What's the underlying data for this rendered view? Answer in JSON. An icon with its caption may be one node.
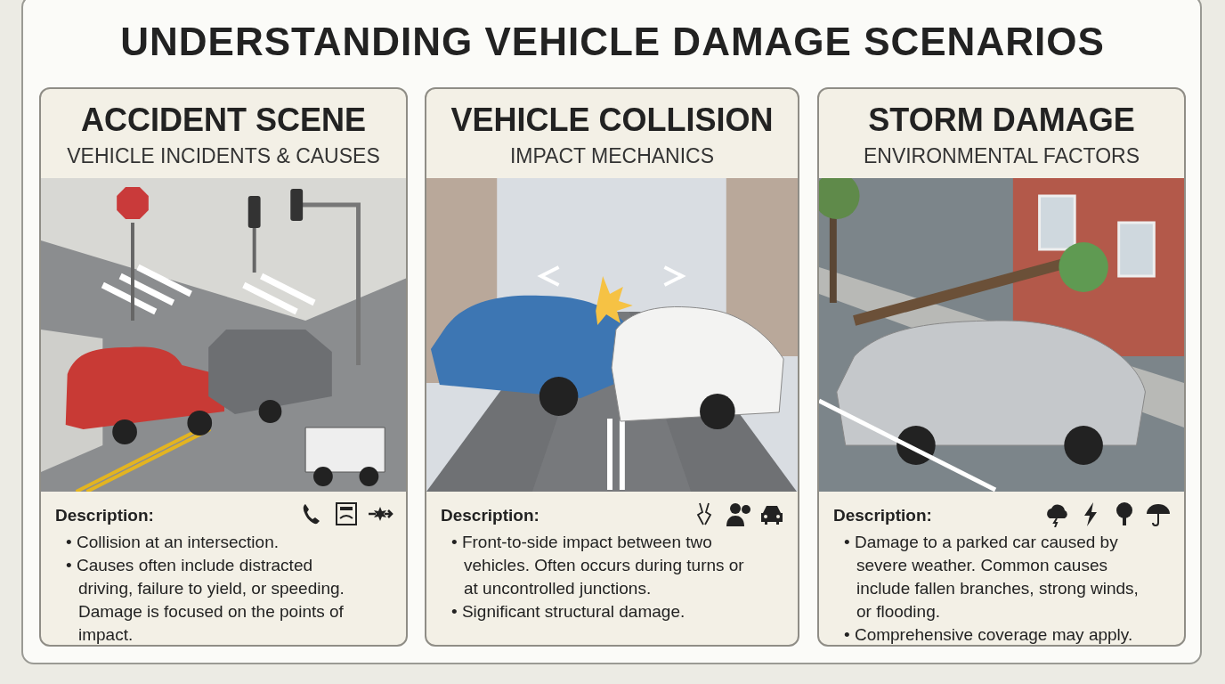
{
  "diagram": {
    "title": "UNDERSTANDING VEHICLE DAMAGE SCENARIOS",
    "nodes": [
      {
        "text": [
          "ACCIDENT SCENE",
          "VEHICLE INCIDENTS & CAUSES",
          "Description:",
          "• Collision at an intersection.",
          "• Causes often include distracted driving, failure to yield, or speeding. Damage is focused on the points of impact."
        ]
      },
      {
        "text": [
          "VEHICLE COLLISION",
          "IMPACT MECHANICS",
          "Description:",
          "• Front-to-side impact between two vehicles. Often occurs during turns or at uncontrolled junctions.",
          "• Significant structural damage."
        ]
      },
      {
        "text": [
          "STORM DAMAGE",
          "ENVIRONMENTAL FACTORS",
          "Description:",
          "• Damage to a parked car caused by severe weather. Common causes include fallen branches, strong winds, or flooding.",
          "• Comprehensive coverage may apply."
        ]
      }
    ]
  }
}
